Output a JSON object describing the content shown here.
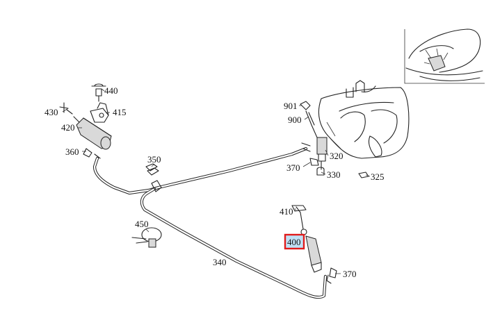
{
  "labels": {
    "p440": "440",
    "p430": "430",
    "p415": "415",
    "p420": "420",
    "p360": "360",
    "p350": "350",
    "p901": "901",
    "p900": "900",
    "p320": "320",
    "p370a": "370",
    "p330": "330",
    "p325": "325",
    "p410": "410",
    "p450": "450",
    "p400": "400",
    "p340": "340",
    "p370b": "370"
  },
  "highlight": {
    "label": "400",
    "border_color": "#e01b1b",
    "fill_color": "#bfe0f5"
  }
}
